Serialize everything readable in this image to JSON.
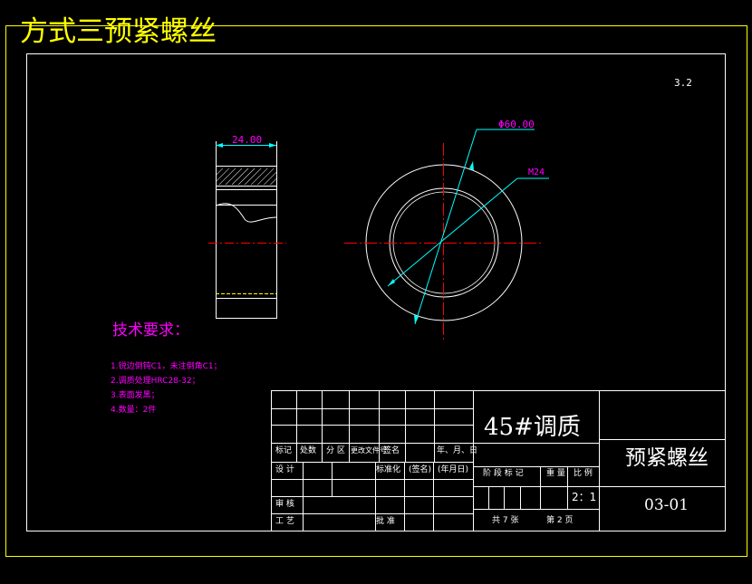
{
  "page_title": "方式三预紧螺丝",
  "roughness": "3.2",
  "dims": {
    "width": "24.00",
    "diameter": "Φ60.00",
    "thread": "M24"
  },
  "tech": {
    "heading": "技术要求：",
    "items": [
      "1.锐边倒钝C1，未注倒角C1；",
      "2.调质处理HRC28-32；",
      "3.表面发黑；",
      "4.数量：2件"
    ]
  },
  "title_block": {
    "material": "45#调质",
    "part_name": "预紧螺丝",
    "drawing_no": "03-01",
    "row_labels": [
      "标记",
      "处数",
      "分 区",
      "更改文件号",
      "签名",
      "年、月、日"
    ],
    "design": "设 计",
    "standardize": "标准化",
    "sign": "(签名)",
    "date": "(年月日)",
    "stage_labels": [
      "阶 段 标 记",
      "重 量",
      "比 例"
    ],
    "scale": "2：1",
    "review": "审 核",
    "process": "工 艺",
    "approve": "批 准",
    "sheets_total": "共 7 张",
    "sheet_no": "第 2 页"
  }
}
